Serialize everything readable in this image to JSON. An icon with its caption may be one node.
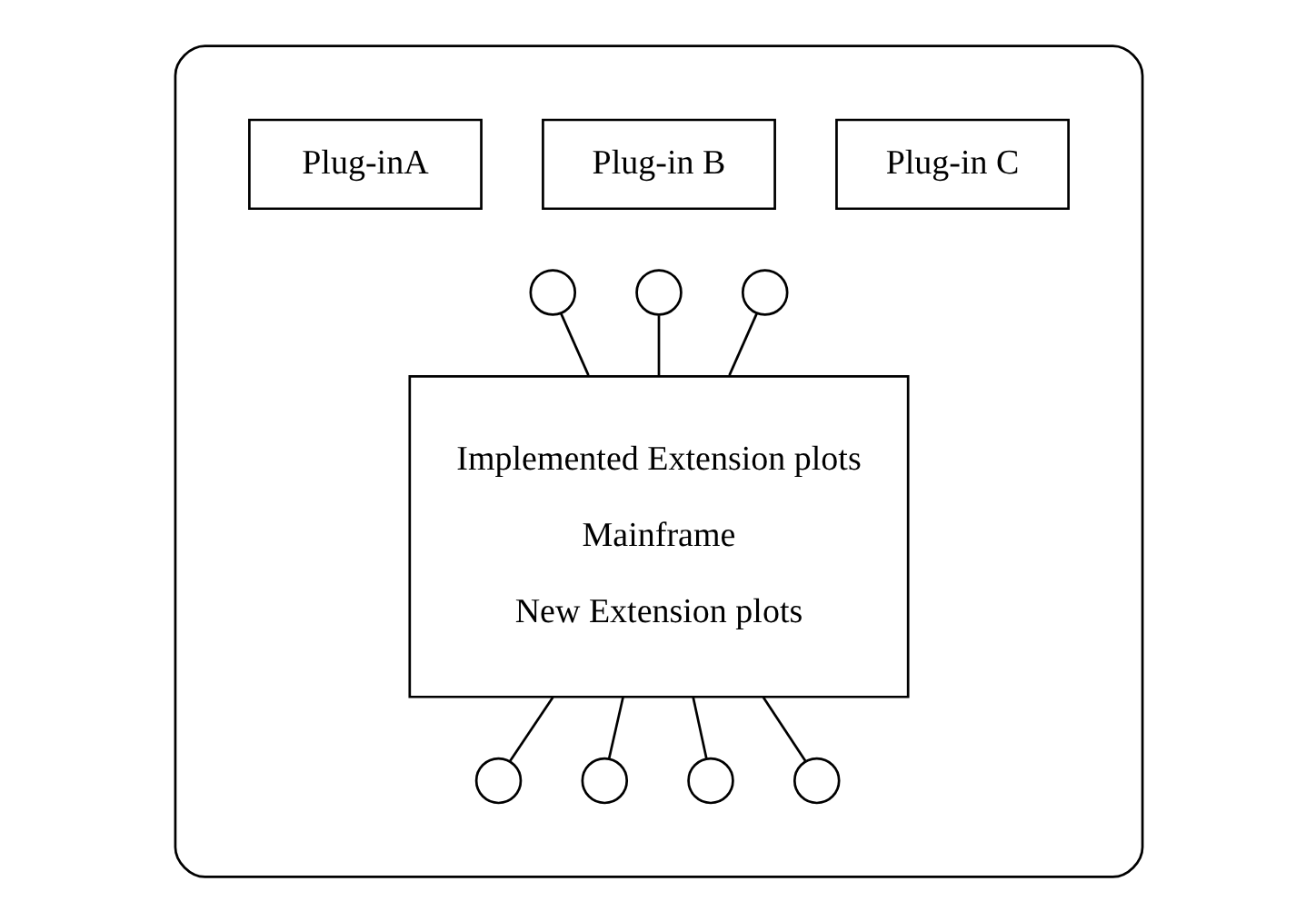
{
  "diagram": {
    "nodes": [
      {
        "text": [],
        "shape": "ellipse"
      },
      {
        "text": [
          "Plug-inA"
        ],
        "in": 0
      },
      {
        "text": [
          "Plug-in B"
        ],
        "in": 0
      },
      {
        "text": [
          "Plug-in C"
        ],
        "in": 0
      },
      {
        "text": [],
        "shape": "circle",
        "in": 0
      },
      {
        "text": [],
        "shape": "circle",
        "in": 0
      },
      {
        "text": [],
        "shape": "circle",
        "in": 0
      },
      {
        "text": [
          "Implemented Extension plots",
          "Mainframe",
          "New Extension plots"
        ],
        "in": 0
      },
      {
        "text": [],
        "shape": "circle",
        "in": 0
      },
      {
        "text": [],
        "shape": "circle",
        "in": 0
      },
      {
        "text": [],
        "shape": "circle",
        "in": 0
      },
      {
        "text": [],
        "shape": "circle",
        "in": 0
      }
    ],
    "edges": [
      {
        "from": 4,
        "to": 7,
        "arrow": "none"
      },
      {
        "from": 5,
        "to": 7,
        "arrow": "none"
      },
      {
        "from": 6,
        "to": 7,
        "arrow": "none"
      },
      {
        "from": 7,
        "to": 8,
        "arrow": "none"
      },
      {
        "from": 7,
        "to": 9,
        "arrow": "none"
      },
      {
        "from": 7,
        "to": 10,
        "arrow": "none"
      },
      {
        "from": 7,
        "to": 11,
        "arrow": "none"
      }
    ]
  }
}
